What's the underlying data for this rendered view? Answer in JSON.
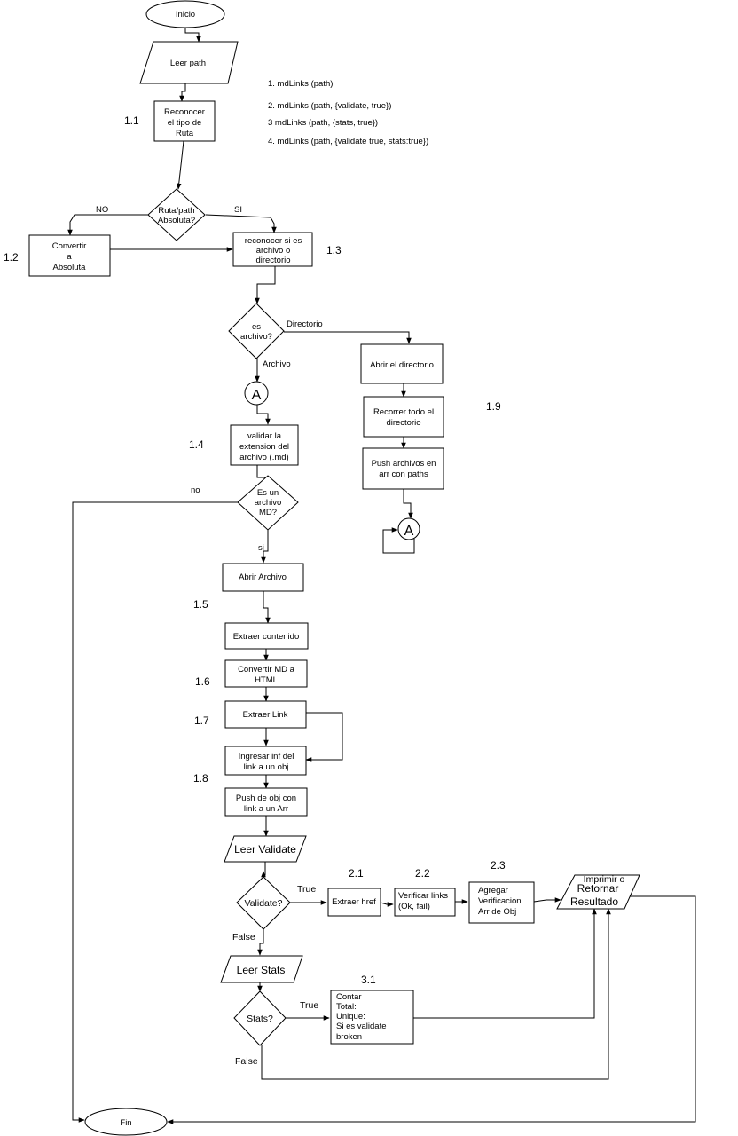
{
  "nodes": {
    "inicio": "Inicio",
    "leer_path": "Leer path",
    "reconocer_tipo": [
      "Reconocer",
      "el tipo de",
      "Ruta"
    ],
    "ruta_absoluta": [
      "Ruta/path",
      "Absoluta?"
    ],
    "convertir": [
      "Convertir",
      "a",
      "Absoluta"
    ],
    "reconocer_archivo": [
      "reconocer si es",
      "archivo o",
      "directorio"
    ],
    "es_archivo": [
      "es",
      "archivo?"
    ],
    "abrir_directorio": "Abrir el directorio",
    "recorrer": [
      "Recorrer todo el",
      "directorio"
    ],
    "push_archivos": [
      "Push archivos en",
      "arr con paths"
    ],
    "connector_a": "A",
    "validar_extension": [
      "validar la",
      "extension  del",
      "archivo (.md)"
    ],
    "es_md": [
      "Es un",
      "archivo",
      "MD?"
    ],
    "abrir_archivo": "Abrir Archivo",
    "extraer_contenido": "Extraer contenido",
    "convertir_md": [
      "Convertir MD a",
      "HTML"
    ],
    "extraer_link": "Extraer Link",
    "ingresar_inf": [
      "Ingresar inf del",
      "link a un obj"
    ],
    "push_obj": [
      "Push de obj con",
      "link a un Arr"
    ],
    "leer_validate": "Leer Validate",
    "validate_q": "Validate?",
    "extraer_href": "Extraer href",
    "verificar_links": [
      "Verificar links",
      "(Ok, fail)"
    ],
    "agregar_verif": [
      "Agregar",
      "Verificacion",
      "Arr de Obj"
    ],
    "imprimir": [
      "Imprimir  o",
      "Retornar",
      "Resultado"
    ],
    "leer_stats": "Leer Stats",
    "stats_q": "Stats?",
    "contar": [
      "Contar",
      "Total:",
      "Unique:",
      "Si es validate",
      "broken"
    ],
    "fin": "Fin"
  },
  "edge_labels": {
    "no_upper": "NO",
    "si_upper": "SI",
    "directorio": "Directorio",
    "archivo": "Archivo",
    "no_lower": "no",
    "si_lower": "si",
    "true_validate": "True",
    "false_validate": "False",
    "true_stats": "True",
    "false_stats": "False"
  },
  "step_numbers": {
    "s1_1": "1.1",
    "s1_2": "1.2",
    "s1_3": "1.3",
    "s1_4": "1.4",
    "s1_5": "1.5",
    "s1_6": "1.6",
    "s1_7": "1.7",
    "s1_8": "1.8",
    "s1_9": "1.9",
    "s2_1": "2.1",
    "s2_2": "2.2",
    "s2_3": "2.3",
    "s3_1": "3.1"
  },
  "notes": [
    "1. mdLinks (path)",
    "2. mdLinks (path, {validate, true})",
    "3  mdLinks (path, {stats, true})",
    "4. mdLinks (path, {validate true, stats:true})"
  ]
}
